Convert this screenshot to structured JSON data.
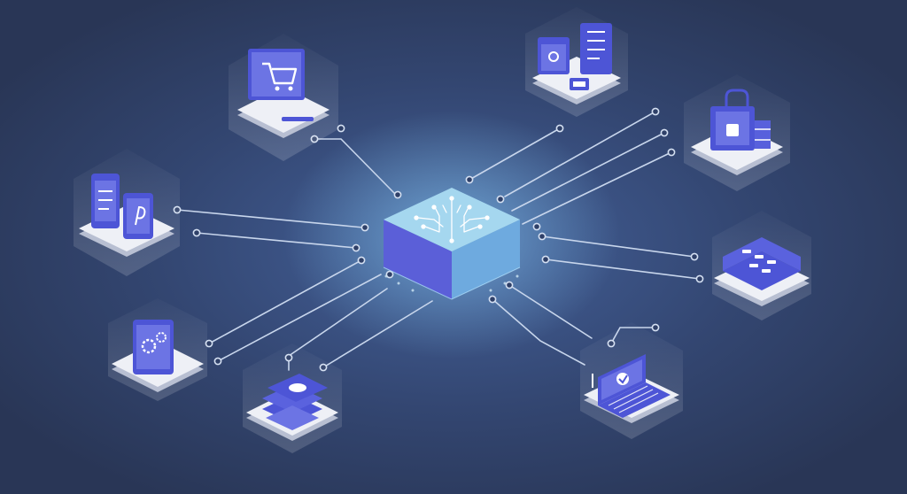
{
  "diagram": {
    "hub": {
      "icon": "circuit-chip-icon"
    },
    "nodes": [
      {
        "id": "shopping-cart",
        "icon": "shopping-cart-icon"
      },
      {
        "id": "documents-lock",
        "icon": "document-lock-icon"
      },
      {
        "id": "shopping-bag",
        "icon": "shopping-bag-icon"
      },
      {
        "id": "mobile-payment",
        "icon": "mobile-payment-icon"
      },
      {
        "id": "keyboard-device",
        "icon": "keyboard-icon"
      },
      {
        "id": "tablet-settings",
        "icon": "settings-gears-icon"
      },
      {
        "id": "credit-card-terminal",
        "icon": "card-terminal-icon"
      },
      {
        "id": "laptop-checkmark",
        "icon": "laptop-check-icon"
      }
    ],
    "colors": {
      "background": "#2e3d61",
      "hub_top": "#9fd4ec",
      "hub_front": "#5b5fd8",
      "hub_side": "#6ea6dd",
      "icon_blue": "#4d55d6",
      "platform_top": "#eef0f6",
      "platform_side": "#b8bfd2",
      "connector": "#c8d6ec"
    }
  }
}
